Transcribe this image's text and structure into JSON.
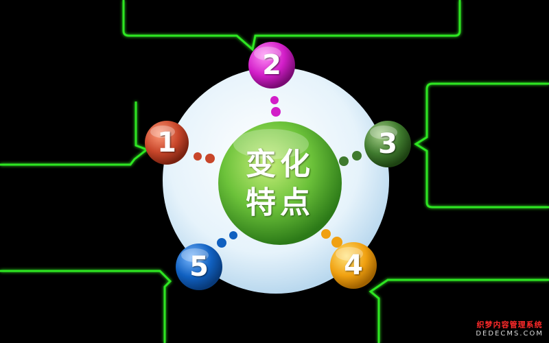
{
  "center": {
    "line1": "变化",
    "line2": "特点"
  },
  "nodes": [
    {
      "number": "1",
      "color": "#c8462a"
    },
    {
      "number": "2",
      "color": "#d21ec8"
    },
    {
      "number": "3",
      "color": "#3f7a2e"
    },
    {
      "number": "4",
      "color": "#f0a010"
    },
    {
      "number": "5",
      "color": "#1060c0"
    }
  ],
  "colors": {
    "background": "#000000",
    "bracket": "#2ee620",
    "ring": "#dff0ff",
    "center": "#6cc23a"
  },
  "watermark": {
    "line1": "织梦内容管理系统",
    "line2": "DEDECMS.COM"
  }
}
